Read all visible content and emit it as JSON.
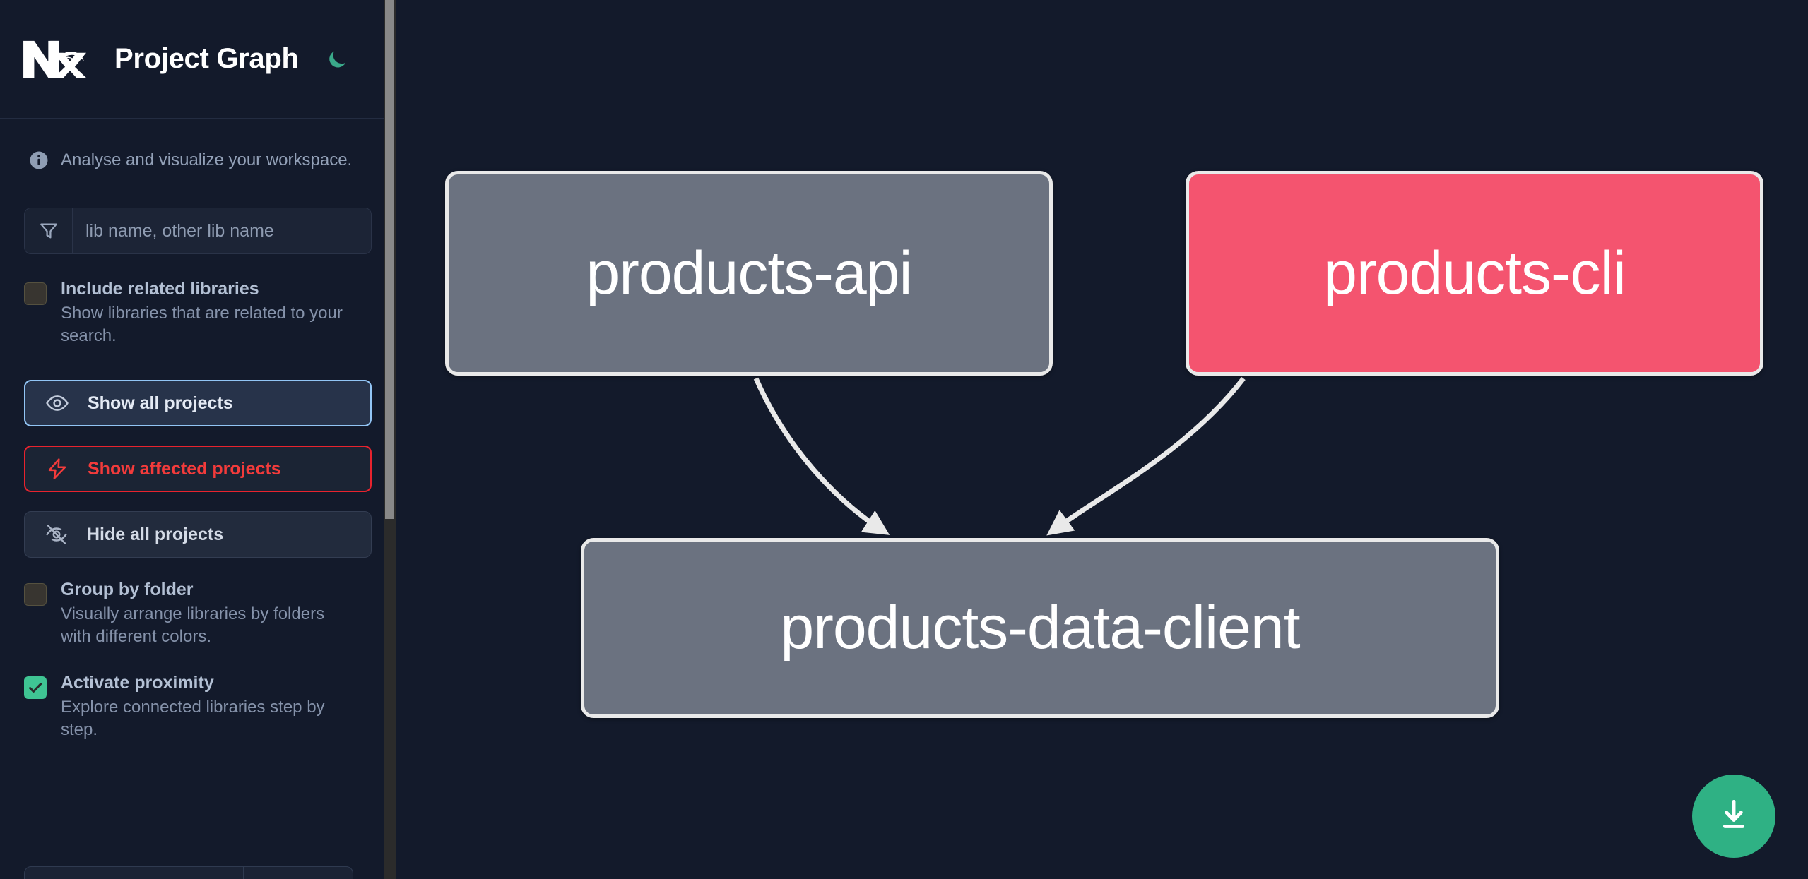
{
  "app": {
    "title": "Project Graph",
    "logo_icon": "nx-logo",
    "theme_toggle_icon": "moon-icon",
    "background_color": "#131a2b"
  },
  "sidebar": {
    "tagline": {
      "icon": "info-icon",
      "text": "Analyse and visualize your workspace."
    },
    "search": {
      "icon": "filter-funnel-icon",
      "placeholder": "lib name, other lib name",
      "value": ""
    },
    "options": [
      {
        "id": "include-related-libraries",
        "title": "Include related libraries",
        "description": "Show libraries that are related to your search.",
        "checked": false
      },
      {
        "id": "group-by-folder",
        "title": "Group by folder",
        "description": "Visually arrange libraries by folders with different colors.",
        "checked": false
      },
      {
        "id": "activate-proximity",
        "title": "Activate proximity",
        "description": "Explore connected libraries step by step.",
        "checked": true
      }
    ],
    "buttons": [
      {
        "id": "show-all-projects",
        "label": "Show all projects",
        "icon": "eye-icon",
        "style": "primary",
        "accent": "#92c5f5"
      },
      {
        "id": "show-affected-projects",
        "label": "Show affected projects",
        "icon": "lightning-icon",
        "style": "danger",
        "accent": "#f33b3b"
      },
      {
        "id": "hide-all-projects",
        "label": "Hide all projects",
        "icon": "eye-off-icon",
        "style": "normal",
        "accent": "#d4dbe7"
      }
    ],
    "scrollbar": {
      "thumb_color": "#888888",
      "track_color": "#2b2b2b"
    }
  },
  "graph": {
    "download_button": {
      "icon": "download-icon",
      "color": "#2fb184"
    },
    "nodes": [
      {
        "id": "products-api",
        "label": "products-api",
        "color": "#6b7280",
        "state": "default"
      },
      {
        "id": "products-cli",
        "label": "products-cli",
        "color": "#f4546f",
        "state": "affected"
      },
      {
        "id": "products-data-client",
        "label": "products-data-client",
        "color": "#6b7280",
        "state": "default"
      }
    ],
    "edges": [
      {
        "from": "products-api",
        "to": "products-data-client"
      },
      {
        "from": "products-cli",
        "to": "products-data-client"
      }
    ],
    "edge_color": "#e9e9e9"
  }
}
